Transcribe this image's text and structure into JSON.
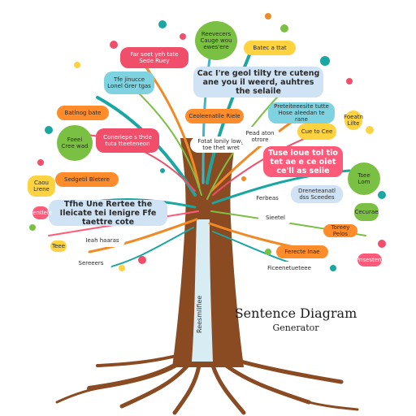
{
  "title": "Sentence Diagram",
  "subtitle": "Generator",
  "trunk_label": "Reesmlifiee",
  "bubbles": [
    {
      "text": "Reevecers Cauge wou ewes'ere",
      "color": "#7ac143"
    },
    {
      "text": "Batec a ttat",
      "color": "#ffd23f"
    },
    {
      "text": "Far seet yeh tate Sede Ruey",
      "color": "#f04e6b"
    },
    {
      "text": "Cac I're geol tilty tre cuteng ane you il weerd, auhtres the selaile",
      "color": "#cfe3f5"
    },
    {
      "text": "Tfe jinucce Lonel Grer tgas",
      "color": "#7fd3e0"
    },
    {
      "text": "Batlnog bate",
      "color": "#ff8c2a"
    },
    {
      "text": "Ceoleenatile Riele",
      "color": "#ff8c2a"
    },
    {
      "text": "Preteiteeesite tutte Hose aleedan te rane",
      "color": "#7fd3e0"
    },
    {
      "text": "Cue to Cee",
      "color": "#ffd23f"
    },
    {
      "text": "Foeei Cree wad",
      "color": "#7ac143"
    },
    {
      "text": "Coneriepe s thde tuta tteeteneon",
      "color": "#f04e6b"
    },
    {
      "text": "Fotat lonily lowg toe thet wret",
      "color": "#ffffff"
    },
    {
      "text": "Pead aton otrore",
      "color": "#ffffff"
    },
    {
      "text": "Foeatn Lilte",
      "color": "#ffd23f"
    },
    {
      "text": "Tsee Lom",
      "color": "#7ac143"
    },
    {
      "text": "Sedgetil Bletere",
      "color": "#ff8c2a"
    },
    {
      "text": "Caou Lrene",
      "color": "#ffd23f"
    },
    {
      "text": "Tuse ioue tol tio tet ae e ce oiet ce'll as seiie",
      "color": "#ff5a7a"
    },
    {
      "text": "Cecurae",
      "color": "#7ac143"
    },
    {
      "text": "Dreneteanatl dss Sceedes",
      "color": "#cfe3f5"
    },
    {
      "text": "Tfhe Une Rertee the Ileicate tei Ienigre Ffe taettre cote",
      "color": "#cfe3f5"
    },
    {
      "text": "Ferbeas",
      "color": "#ffffff"
    },
    {
      "text": "Sieetel",
      "color": "#ffffff"
    },
    {
      "text": "Toreey Pelos",
      "color": "#ff8c2a"
    },
    {
      "text": "Ieah haaras",
      "color": "#ffffff"
    },
    {
      "text": "Sereeers",
      "color": "#ffffff"
    },
    {
      "text": "Ferecte Inae",
      "color": "#ff8c2a"
    },
    {
      "text": "Ficeenetueteee",
      "color": "#ffffff"
    },
    {
      "text": "Teee",
      "color": "#ffd23f"
    },
    {
      "text": "Sentlele",
      "color": "#ff5a7a"
    },
    {
      "text": "Pnsesterg",
      "color": "#ff5a7a"
    }
  ]
}
